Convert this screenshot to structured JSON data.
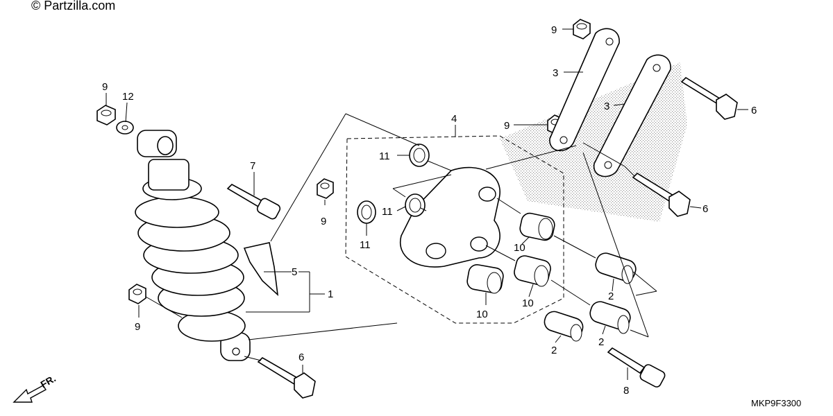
{
  "watermark": "© Partzilla.com",
  "diagram_code": "MKP9F3300",
  "front_indicator": "FR.",
  "callouts": {
    "c1": "1",
    "c2a": "2",
    "c2b": "2",
    "c2c": "2",
    "c3a": "3",
    "c3b": "3",
    "c4": "4",
    "c5": "5",
    "c6a": "6",
    "c6b": "6",
    "c6c": "6",
    "c7": "7",
    "c8": "8",
    "c9a": "9",
    "c9b": "9",
    "c9c": "9",
    "c9d": "9",
    "c9e": "9",
    "c10a": "10",
    "c10b": "10",
    "c10c": "10",
    "c11a": "11",
    "c11b": "11",
    "c11c": "11",
    "c12": "12"
  },
  "colors": {
    "line": "#000000",
    "fill": "#ffffff",
    "stipple": "#777777"
  }
}
